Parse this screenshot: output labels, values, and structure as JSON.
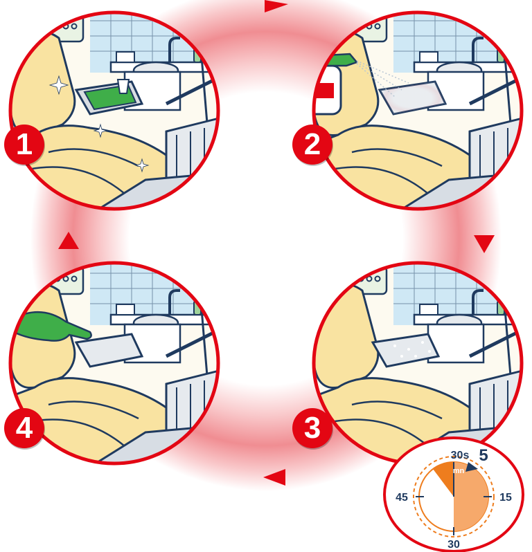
{
  "steps": [
    {
      "number": "1",
      "scene": "clean-tray-with-cup"
    },
    {
      "number": "2",
      "scene": "spray-disinfectant"
    },
    {
      "number": "3",
      "scene": "foam-contact-time"
    },
    {
      "number": "4",
      "scene": "wipe-dry"
    }
  ],
  "timer": {
    "top_label": "30s",
    "minutes_value": "5",
    "unit_label": "mn",
    "right_label": "15",
    "bottom_label": "30",
    "left_label": "45"
  },
  "colors": {
    "red": "#e30613",
    "chair_yellow": "#f9e3a1",
    "wall_tile": "#cfe8f5",
    "tray_gray": "#d9dde2",
    "outline_navy": "#1f3a5f",
    "timer_orange": "#f6a96b",
    "timer_dark_orange": "#ee7d1e",
    "glove_green": "#3fae49"
  }
}
